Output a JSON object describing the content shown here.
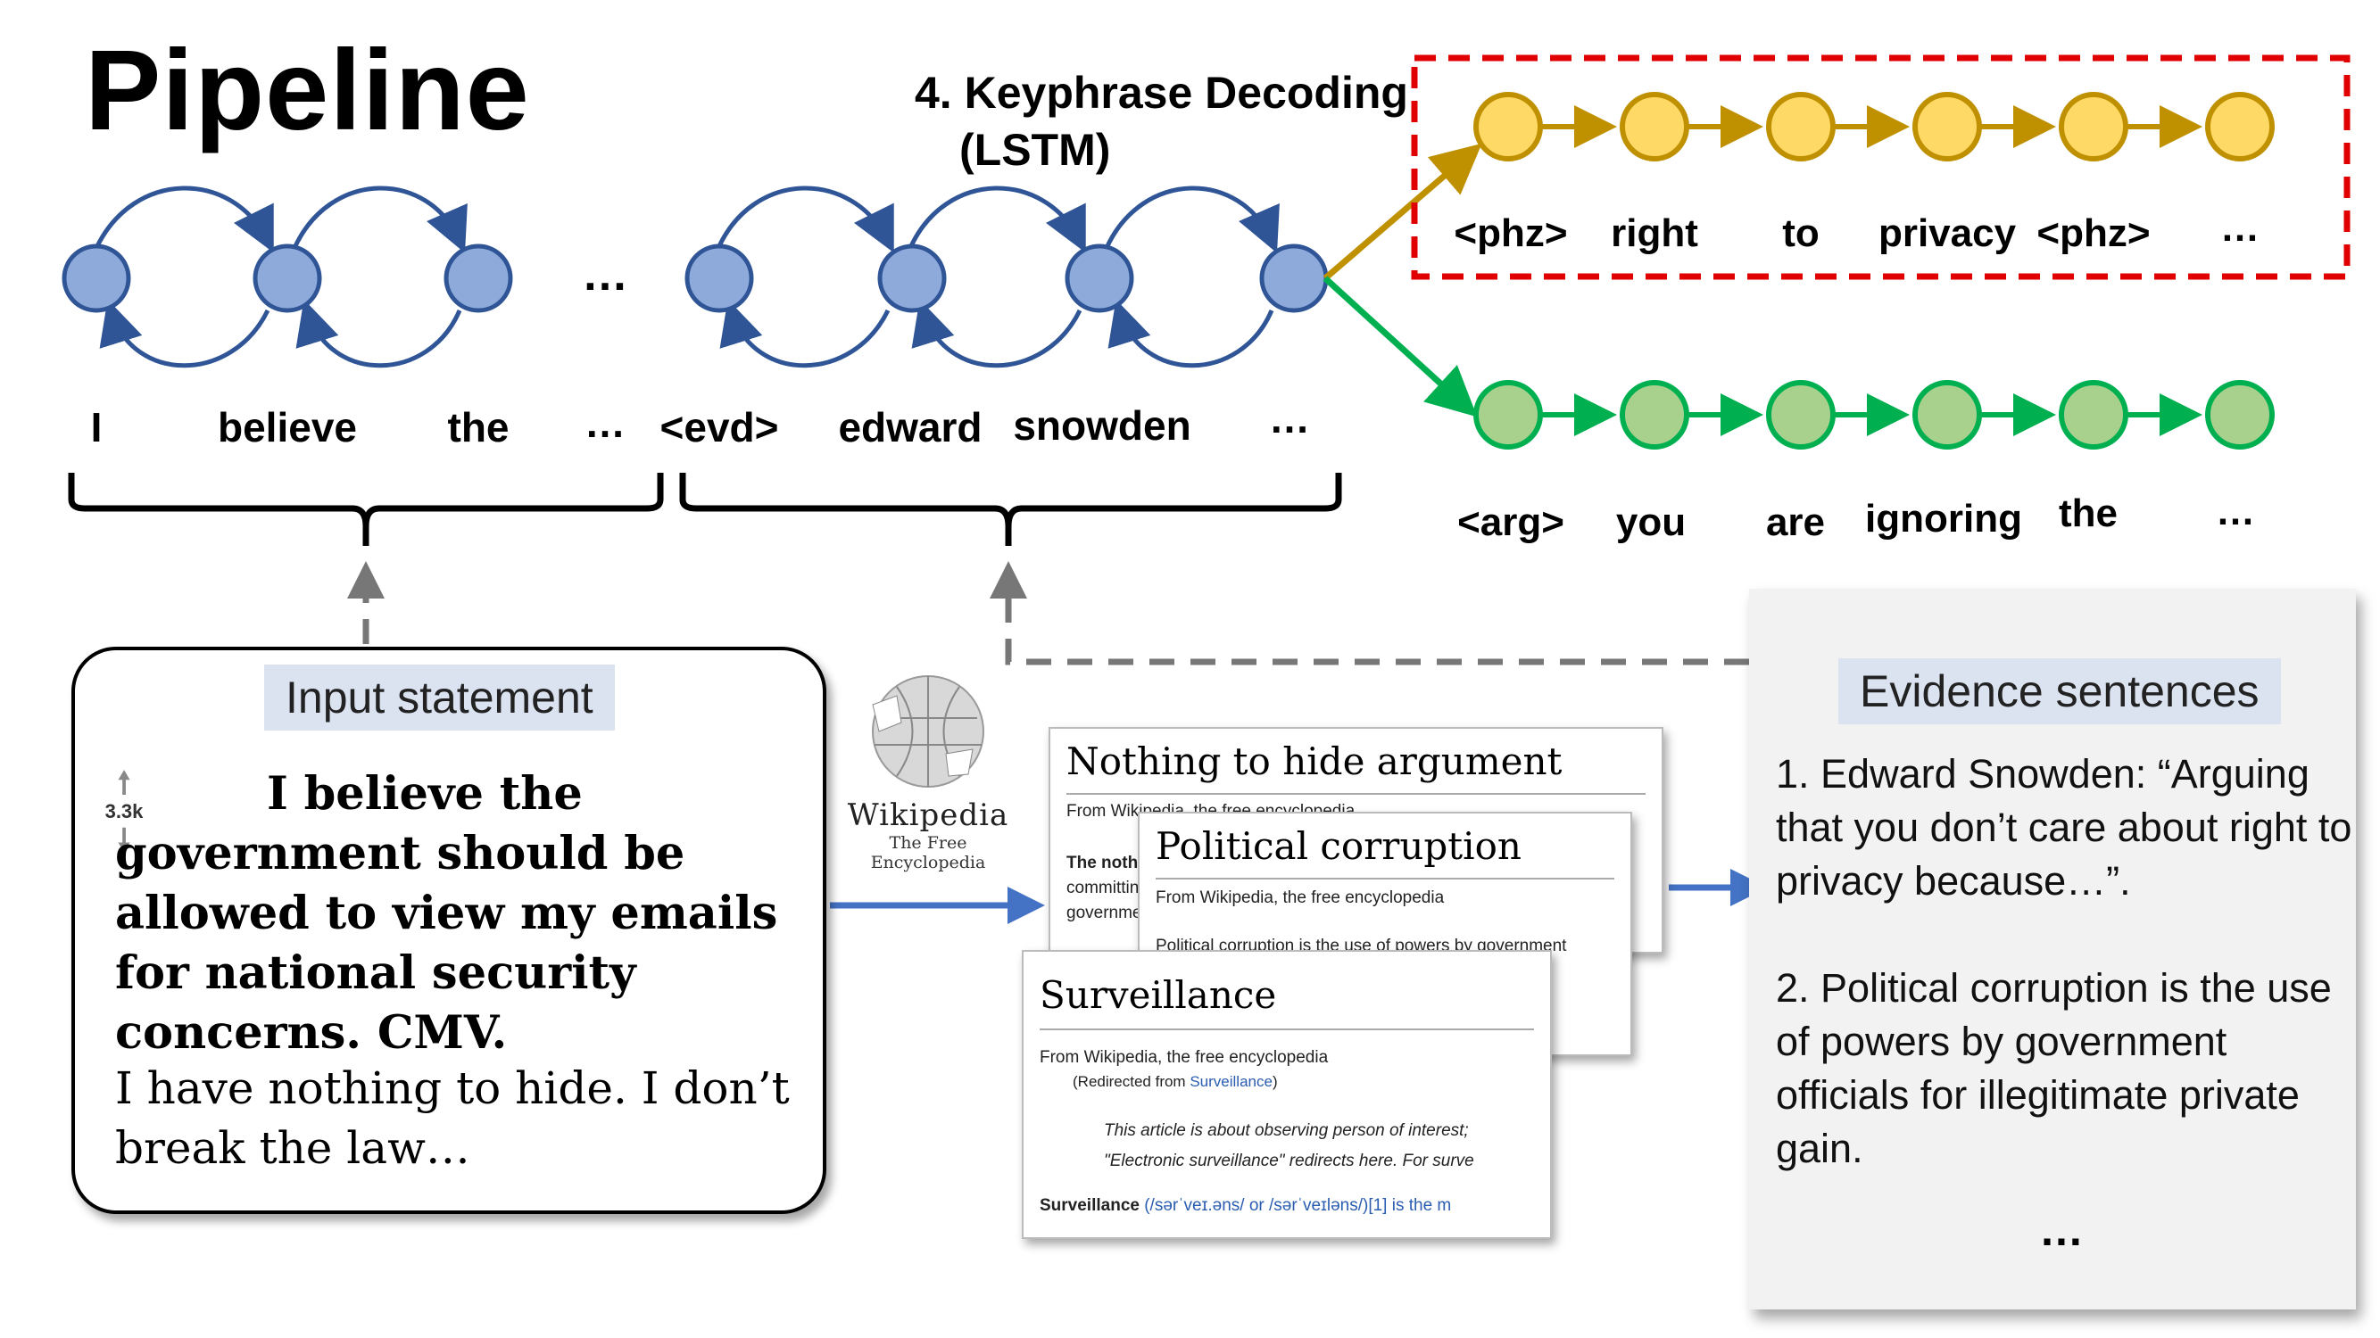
{
  "title": "Pipeline",
  "decoding_label": [
    "4. Keyphrase Decoding",
    "(LSTM)"
  ],
  "input_tokens": [
    "I",
    "believe",
    "the",
    "…"
  ],
  "evidence_tokens": [
    "<evd>",
    "edward",
    "snowden",
    "…"
  ],
  "top_ellipsis": "…",
  "keyphrase_tokens": [
    "<phz>",
    "right",
    "to",
    "privacy",
    "<phz>",
    "…"
  ],
  "argument_tokens": [
    "<arg>",
    "you",
    "are",
    "ignoring",
    "the",
    "…"
  ],
  "input_statement": {
    "tag": "Input statement",
    "votes": "3.3k",
    "title": "I believe the government should be allowed to view my emails for national security concerns. CMV.",
    "body": "I have nothing to hide. I don’t break the law…"
  },
  "wikipedia": {
    "logo_text": "Wikipedia",
    "logo_sub": "The Free Encyclopedia",
    "pages": [
      {
        "title": "Nothing to hide argument",
        "subtitle": "From Wikipedia, the free encyclopedia",
        "lines": [
          "The nothi",
          "committing",
          "governme"
        ]
      },
      {
        "title": "Political corruption",
        "subtitle": "From Wikipedia, the free encyclopedia",
        "lines": [
          "Political corruption is the use of powers by government"
        ]
      },
      {
        "title": "Surveillance",
        "subtitle": "From Wikipedia, the free encyclopedia",
        "redirect_prefix": "(Redirected from ",
        "redirect_link": "Surveillance",
        "redirect_suffix": ")",
        "note_1": "This article is about observing person of interest;",
        "note_2": "\"Electronic surveillance\" redirects here. For surve",
        "def_word": "Surveillance",
        "def_rest": " (/sərˈveɪ.əns/ or /sərˈveɪləns/)[1] is the m"
      }
    ]
  },
  "evidence": {
    "tag": "Evidence sentences",
    "sentences": [
      "1. Edward Snowden: “Arguing that you don’t care about right to privacy because…”.",
      "2. Political corruption is the use of powers by government officials for illegitimate private gain."
    ],
    "ellipsis": "…"
  },
  "colors": {
    "encoder_node": "#8eaadb",
    "encoder_stroke": "#2f5597",
    "keyphrase_node": "#ffd966",
    "keyphrase_stroke": "#bf9000",
    "argument_node": "#a9d18e",
    "argument_stroke": "#00b050",
    "highlight_box": "#e00000",
    "flow_arrow": "#4472c4",
    "dashed_arrow": "#777777"
  }
}
